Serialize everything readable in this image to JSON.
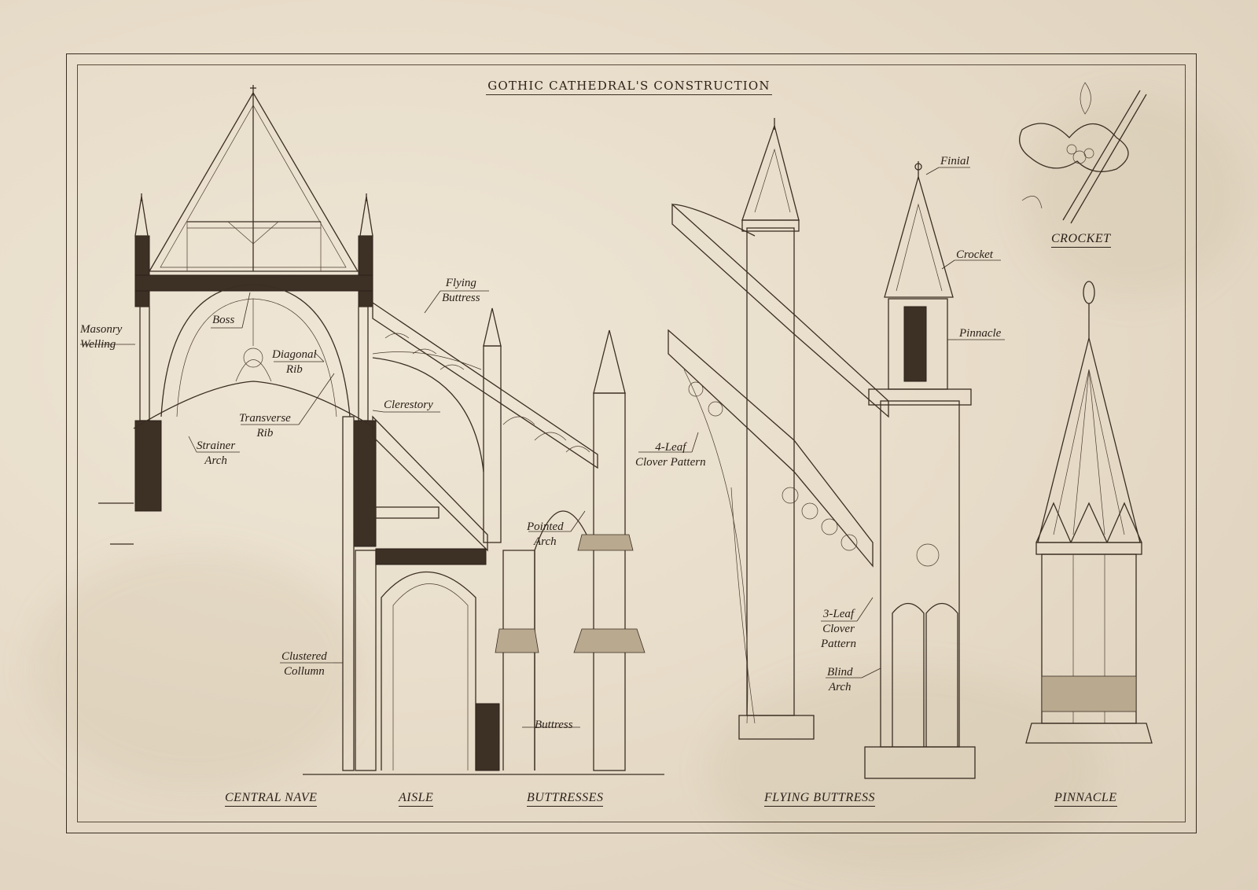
{
  "title": "GOTHIC CATHEDRAL'S CONSTRUCTION",
  "labels": {
    "masonry_welling": [
      "Masonry",
      "Welling"
    ],
    "boss": "Boss",
    "diagonal_rib": [
      "Diagonal",
      "Rib"
    ],
    "transverse_rib": [
      "Transverse",
      "Rib"
    ],
    "strainer_arch": [
      "Strainer",
      "Arch"
    ],
    "flying_buttress": [
      "Flying",
      "Buttress"
    ],
    "clerestory": "Clerestory",
    "pointed_arch": [
      "Pointed",
      "Arch"
    ],
    "clustered_collumn": [
      "Clustered",
      "Collumn"
    ],
    "buttress": "Buttress",
    "four_leaf": [
      "4-Leaf",
      "Clover Pattern"
    ],
    "finial": "Finial",
    "crocket": "Crocket",
    "pinnacle": "Pinnacle",
    "three_leaf": [
      "3-Leaf",
      "Clover",
      "Pattern"
    ],
    "blind_arch": [
      "Blind",
      "Arch"
    ]
  },
  "sections": {
    "central_nave": "CENTRAL NAVE",
    "aisle": "AISLE",
    "buttresses": "BUTTRESSES",
    "flying_buttress": "FLYING BUTTRESS",
    "pinnacle": "PINNACLE",
    "crocket": "CROCKET"
  }
}
